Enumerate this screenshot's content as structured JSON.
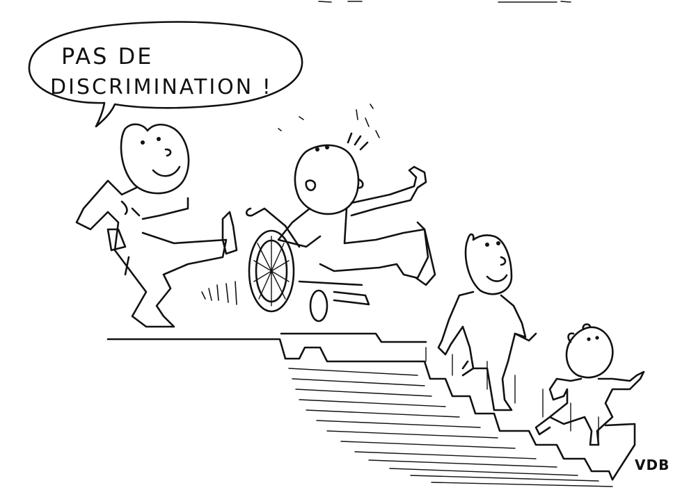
{
  "speech_bubble": {
    "line1": "PAS DE",
    "line2": "DISCRIMINATION !"
  },
  "signature": "VDB",
  "colors": {
    "ink": "#111111",
    "paper": "#ffffff"
  }
}
